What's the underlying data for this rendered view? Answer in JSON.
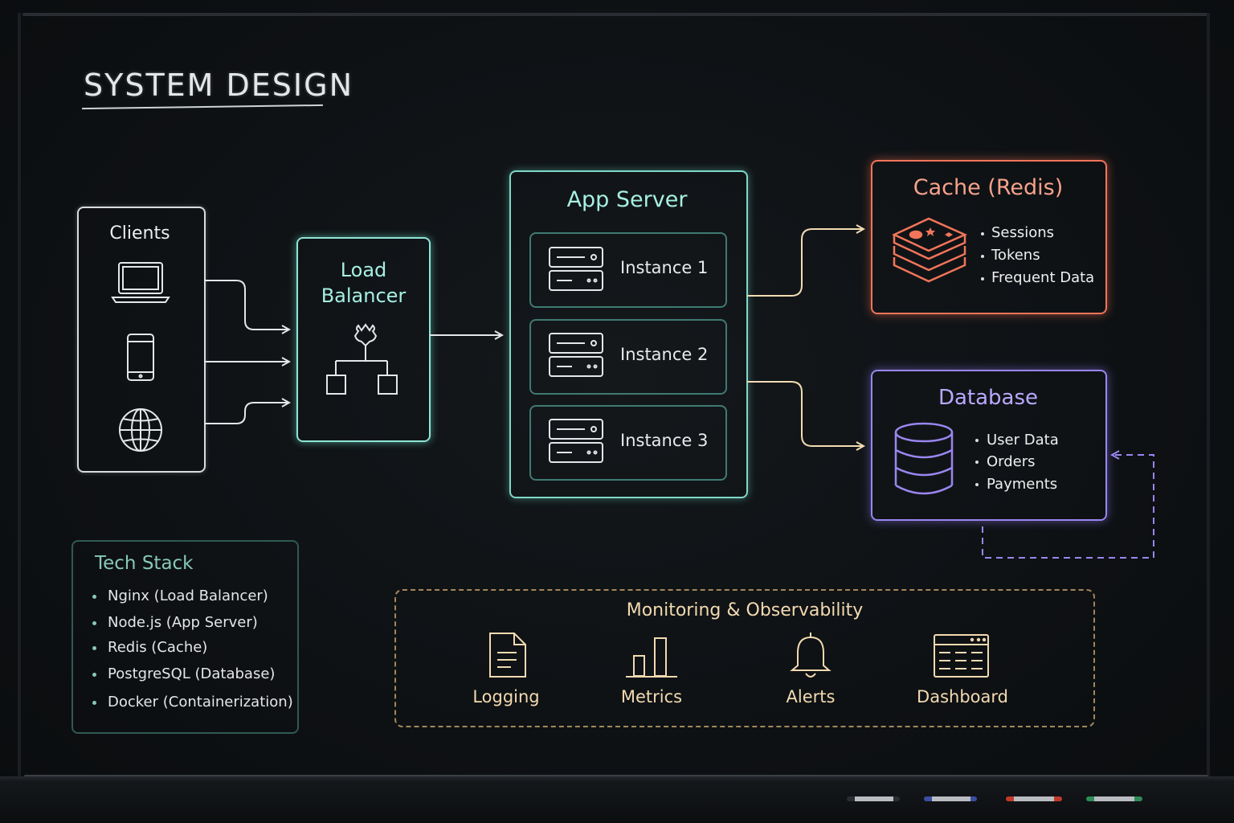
{
  "title": "SYSTEM DESIGN",
  "clients": {
    "label": "Clients",
    "icons": [
      "laptop-icon",
      "phone-icon",
      "globe-icon"
    ]
  },
  "load_balancer": {
    "label_line1": "Load",
    "label_line2": "Balancer",
    "icon": "network-tree-icon"
  },
  "app_server": {
    "label": "App Server",
    "instances": [
      {
        "label": "Instance 1",
        "icon": "server-icon"
      },
      {
        "label": "Instance 2",
        "icon": "server-icon"
      },
      {
        "label": "Instance 3",
        "icon": "server-icon"
      }
    ]
  },
  "cache": {
    "title": "Cache (Redis)",
    "icon": "redis-stack-icon",
    "items": [
      "Sessions",
      "Tokens",
      "Frequent Data"
    ]
  },
  "database": {
    "title": "Database",
    "icon": "database-cylinder-icon",
    "items": [
      "User Data",
      "Orders",
      "Payments"
    ]
  },
  "tech_stack": {
    "title": "Tech Stack",
    "items": [
      "Nginx  (Load Balancer)",
      "Node.js  (App Server)",
      "Redis  (Cache)",
      "PostgreSQL  (Database)",
      "Docker  (Containerization)"
    ]
  },
  "monitoring": {
    "title": "Monitoring & Observability",
    "items": [
      {
        "label": "Logging",
        "icon": "document-icon"
      },
      {
        "label": "Metrics",
        "icon": "bar-chart-icon"
      },
      {
        "label": "Alerts",
        "icon": "bell-icon"
      },
      {
        "label": "Dashboard",
        "icon": "dashboard-icon"
      }
    ]
  },
  "colors": {
    "board": "#0e1114",
    "chalk_white": "#e4e6e8",
    "load_balancer": "#8fe5d6",
    "app_server": "#7fd8c9",
    "cache": "#f2755a",
    "database": "#9a86f0",
    "monitoring": "#f2dab0",
    "tech_stack": "#88c9b6"
  }
}
